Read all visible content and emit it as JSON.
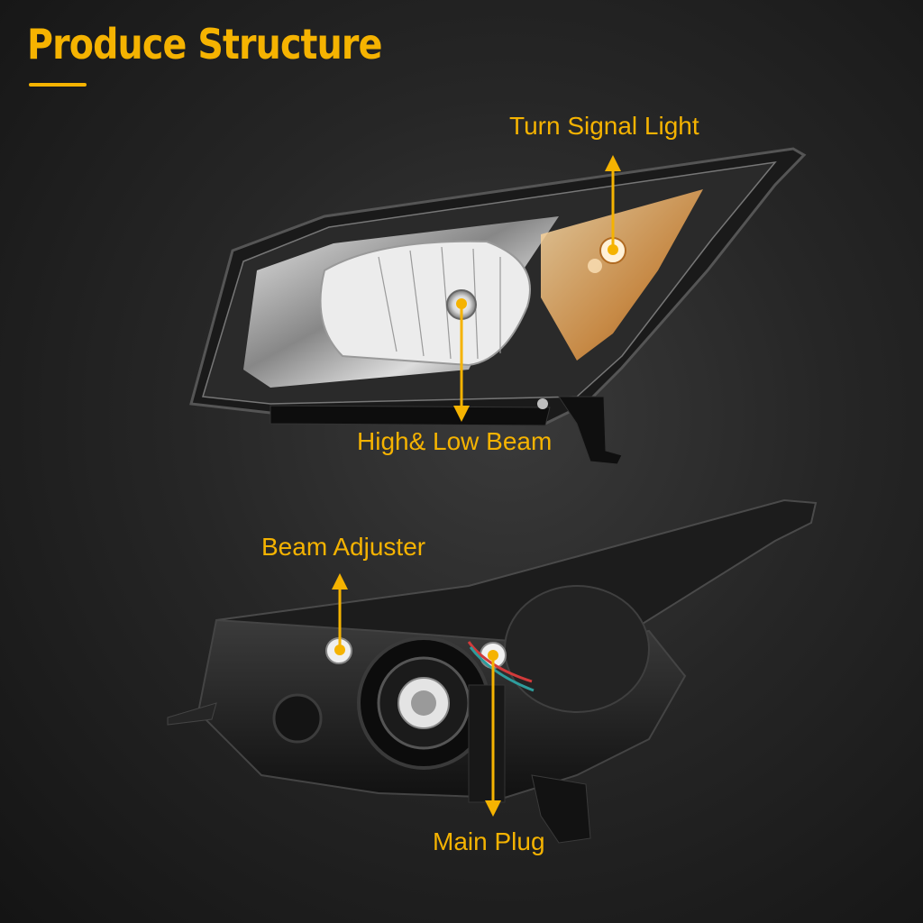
{
  "title": "Produce Structure",
  "callouts": {
    "turn_signal": "Turn Signal Light",
    "high_low_beam": "High& Low Beam",
    "beam_adjuster": "Beam Adjuster",
    "main_plug": "Main Plug"
  },
  "colors": {
    "accent": "#f5b301",
    "background": "#262626"
  }
}
